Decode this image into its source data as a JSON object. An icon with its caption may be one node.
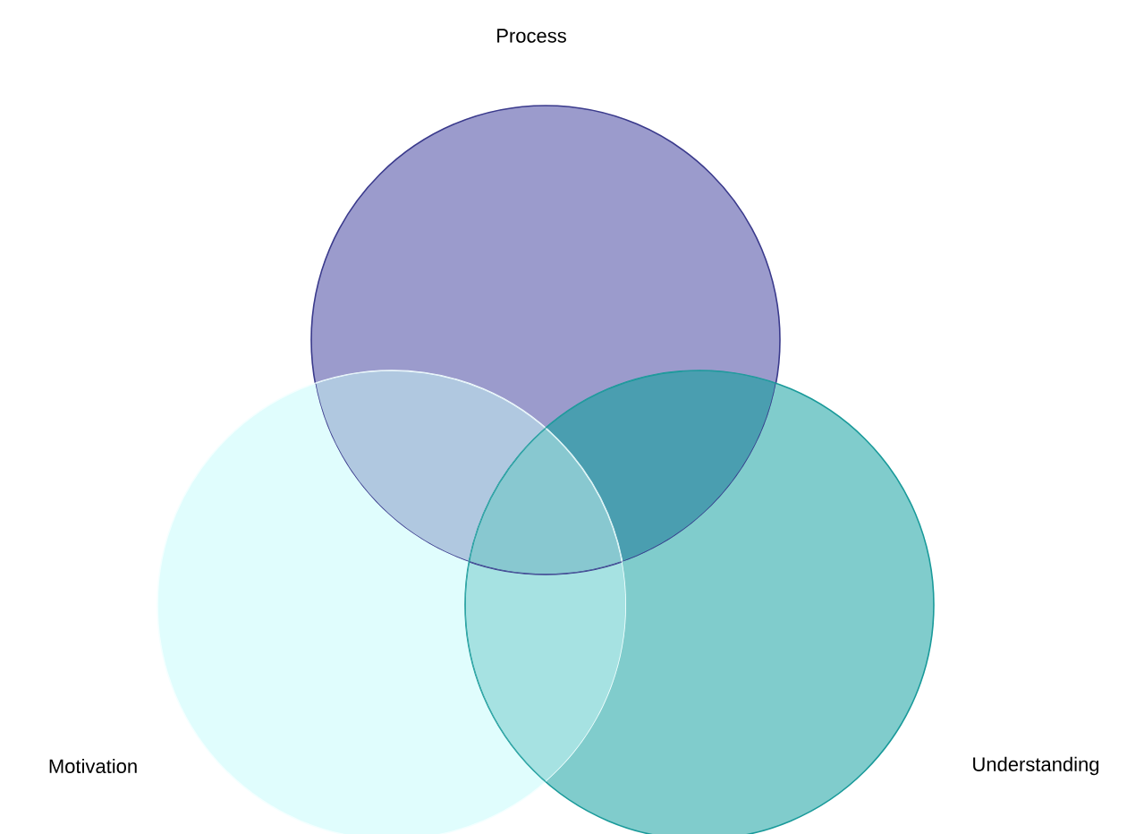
{
  "diagram": {
    "nodes": [
      {
        "text": [
          "Process"
        ]
      },
      {
        "text": [
          "Motivation"
        ]
      },
      {
        "text": [
          "Understanding"
        ]
      }
    ]
  }
}
